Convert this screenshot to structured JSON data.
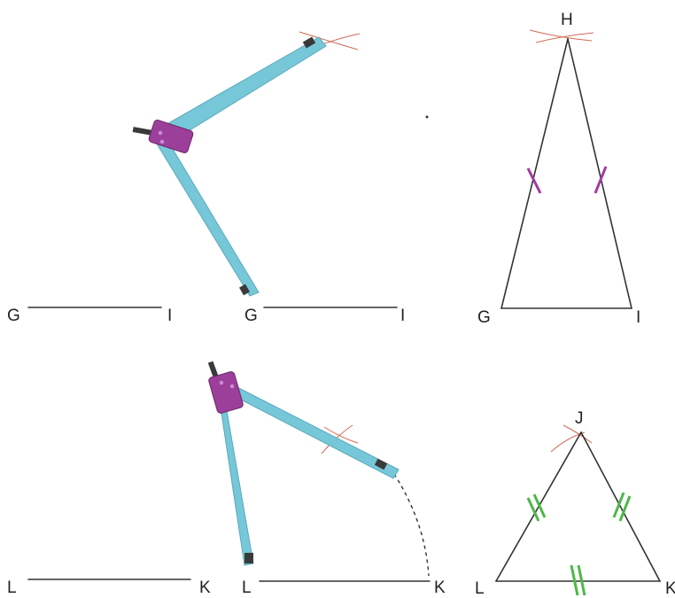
{
  "colors": {
    "segment": "#333333",
    "arc_marks": "#d06a55",
    "compass_leg": "#76c8d8",
    "compass_hinge": "#9c3f9a",
    "equal_marks_isosceles": "#a23aa3",
    "equal_marks_equilateral": "#4cb846"
  },
  "top_row": {
    "step1": {
      "left_label": "G",
      "right_label": "I"
    },
    "step2": {
      "left_label": "G",
      "right_label": "I"
    },
    "step3": {
      "apex_label": "H",
      "left_label": "G",
      "right_label": "I"
    }
  },
  "bottom_row": {
    "step1": {
      "left_label": "L",
      "right_label": "K"
    },
    "step2": {
      "left_label": "L",
      "right_label": "K"
    },
    "step3": {
      "apex_label": "J",
      "left_label": "L",
      "right_label": "K"
    }
  },
  "icons": [
    "compass-icon"
  ]
}
